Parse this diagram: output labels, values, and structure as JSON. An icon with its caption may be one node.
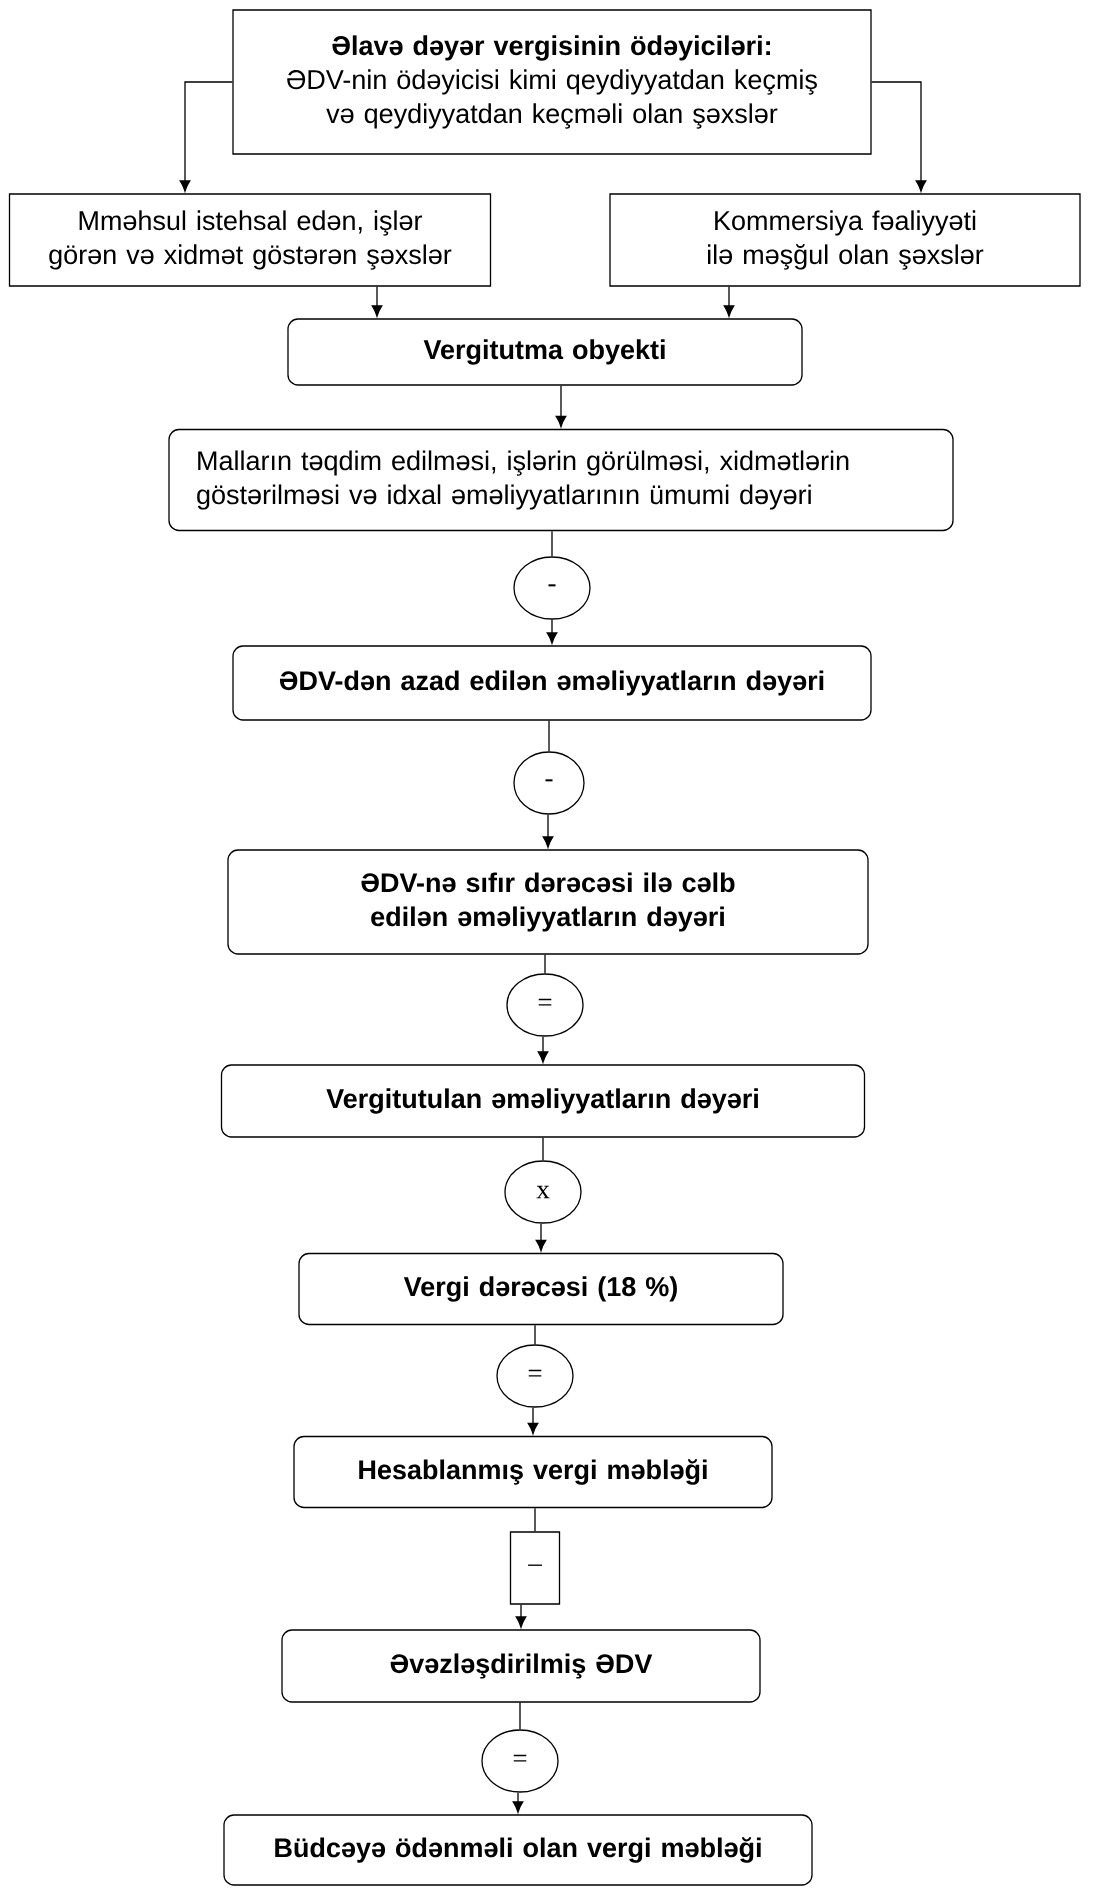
{
  "diagram": {
    "nodes": [
      {
        "text": [
          "Əlavə dəyər vergisinin ödəyiciləri:",
          "ƏDV-nin ödəyicisi kimi qeydiyyatdan keçmiş və qeydiyyatdan keçməli olan şəxslər"
        ]
      },
      {
        "text": [
          "Mməhsul istehsal edən, işlər görən və xidmət göstərən şəxslər"
        ]
      },
      {
        "text": [
          "Kommersiya fəaliyyəti ilə məşğul olan şəxslər"
        ]
      },
      {
        "text": [
          "Vergitutma obyekti"
        ]
      },
      {
        "text": [
          "Malların təqdim edilməsi, işlərin görülməsi, xidmətlərin göstərilməsi və idxal əməliyyatlarının ümumi dəyəri"
        ]
      },
      {
        "text": [
          "-"
        ]
      },
      {
        "text": [
          "ƏDV-dən azad edilən əməliyyatların dəyəri"
        ]
      },
      {
        "text": [
          "-"
        ]
      },
      {
        "text": [
          "ƏDV-nə sıfır dərəcəsi ilə cəlb edilən əməliyyatların dəyəri"
        ]
      },
      {
        "text": [
          "="
        ]
      },
      {
        "text": [
          "Vergitutulan əməliyyatların dəyəri"
        ]
      },
      {
        "text": [
          "x"
        ]
      },
      {
        "text": [
          "Vergi dərəcəsi (18 %)"
        ]
      },
      {
        "text": [
          "="
        ]
      },
      {
        "text": [
          "Hesablanmış vergi məbləği"
        ]
      },
      {
        "text": [
          "–"
        ]
      },
      {
        "text": [
          "Əvəzləşdirilmiş ƏDV"
        ]
      },
      {
        "text": [
          "="
        ]
      },
      {
        "text": [
          "Büdcəyə ödənməli olan vergi məbləği"
        ]
      }
    ],
    "edges": [
      {
        "from": 0,
        "to": 1,
        "arrow": "to"
      },
      {
        "from": 0,
        "to": 2,
        "arrow": "to"
      },
      {
        "from": 1,
        "to": 3,
        "arrow": "to"
      },
      {
        "from": 2,
        "to": 3,
        "arrow": "to"
      },
      {
        "from": 3,
        "to": 4,
        "arrow": "to"
      },
      {
        "from": 4,
        "to": 5,
        "arrow": "none"
      },
      {
        "from": 5,
        "to": 6,
        "arrow": "to"
      },
      {
        "from": 6,
        "to": 7,
        "arrow": "none"
      },
      {
        "from": 7,
        "to": 8,
        "arrow": "to"
      },
      {
        "from": 8,
        "to": 9,
        "arrow": "none"
      },
      {
        "from": 9,
        "to": 10,
        "arrow": "to"
      },
      {
        "from": 10,
        "to": 11,
        "arrow": "none"
      },
      {
        "from": 11,
        "to": 12,
        "arrow": "to"
      },
      {
        "from": 12,
        "to": 13,
        "arrow": "none"
      },
      {
        "from": 13,
        "to": 14,
        "arrow": "to"
      },
      {
        "from": 14,
        "to": 15,
        "arrow": "none"
      },
      {
        "from": 15,
        "to": 16,
        "arrow": "to"
      },
      {
        "from": 16,
        "to": 17,
        "arrow": "none"
      },
      {
        "from": 17,
        "to": 18,
        "arrow": "to"
      }
    ]
  }
}
